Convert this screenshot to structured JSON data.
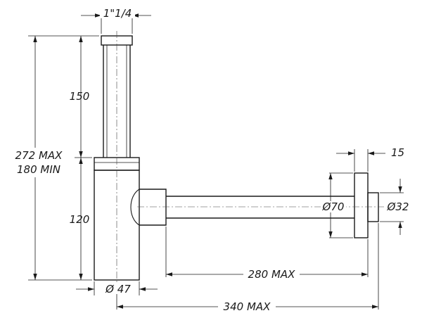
{
  "dimensions": {
    "top_thread": "1\"1/4",
    "tube_height": "150",
    "overall_height_max": "272 MAX",
    "overall_height_min": "180 MIN",
    "body_height": "120",
    "body_diameter": "Ø 47",
    "flange_thickness": "15",
    "pipe_diameter": "Ø70",
    "outlet_diameter": "Ø32",
    "pipe_length": "280 MAX",
    "overall_length": "340 MAX"
  }
}
